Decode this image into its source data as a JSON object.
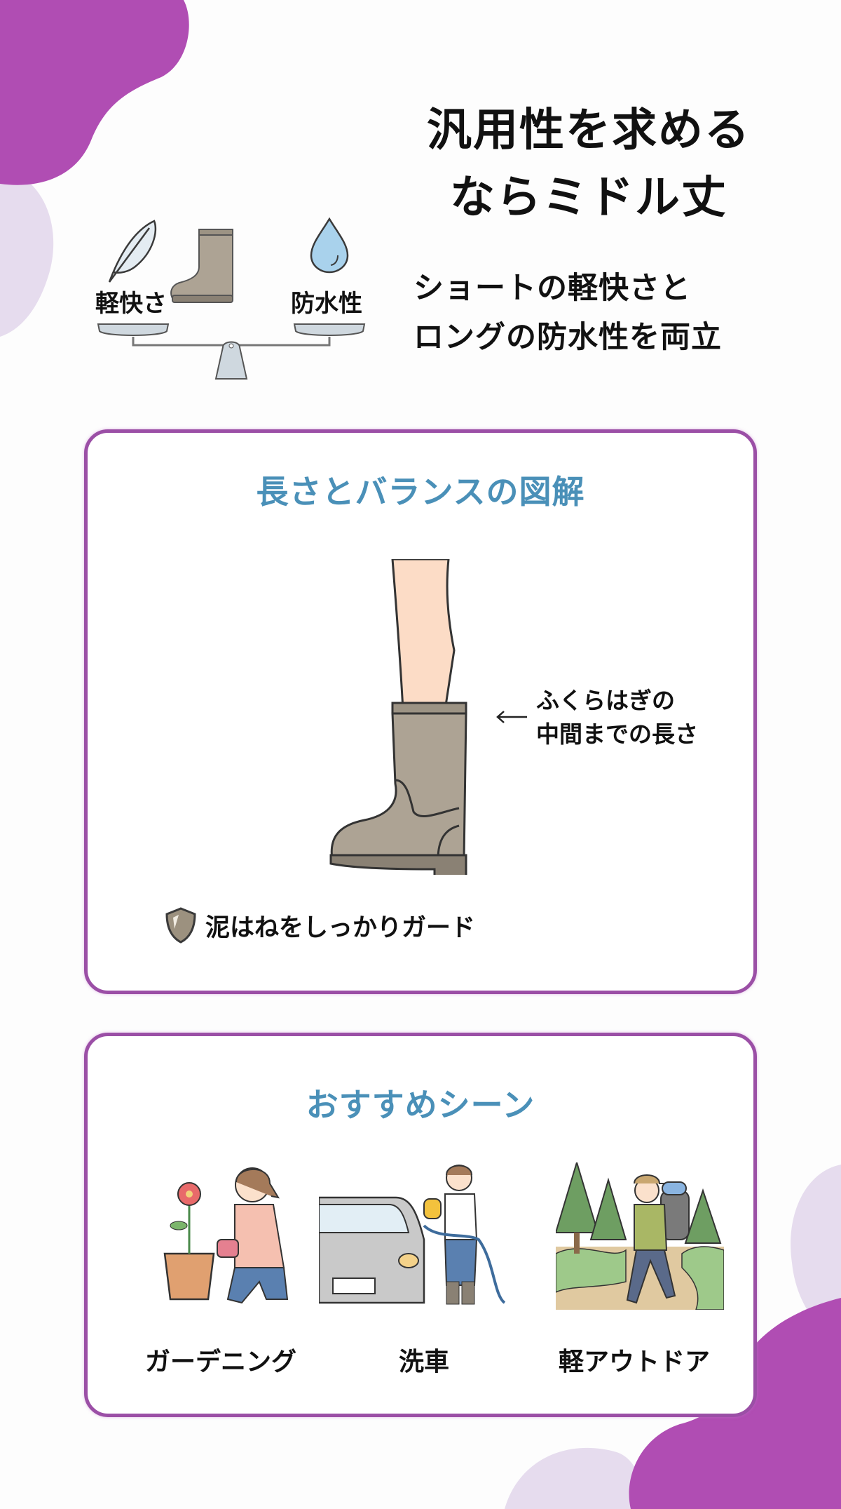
{
  "hero": {
    "title_line1": "汎用性を求める",
    "title_line2": "ならミドル丈",
    "subtitle_line1": "ショートの軽快さと",
    "subtitle_line2": "ロングの防水性を両立"
  },
  "balance": {
    "left_label": "軽快さ",
    "right_label": "防水性",
    "left_icon": "feather-icon",
    "center_icon": "boot-icon",
    "right_icon": "water-drop-icon"
  },
  "diagram_card": {
    "title": "長さとバランスの図解",
    "annotation_line1": "ふくらはぎの",
    "annotation_line2": "中間までの長さ",
    "guard_text": "泥はねをしっかりガード",
    "guard_icon": "shield-icon"
  },
  "scenes_card": {
    "title": "おすすめシーン",
    "items": [
      {
        "label": "ガーデニング",
        "icon": "gardening-illustration"
      },
      {
        "label": "洗車",
        "icon": "car-wash-illustration"
      },
      {
        "label": "軽アウトドア",
        "icon": "hiking-illustration"
      }
    ]
  },
  "colors": {
    "accent_purple": "#b04db3",
    "light_purple": "#e6dcee",
    "card_border": "#9b4fa6",
    "card_title_blue": "#4a90b8",
    "boot_taupe": "#ada394"
  }
}
